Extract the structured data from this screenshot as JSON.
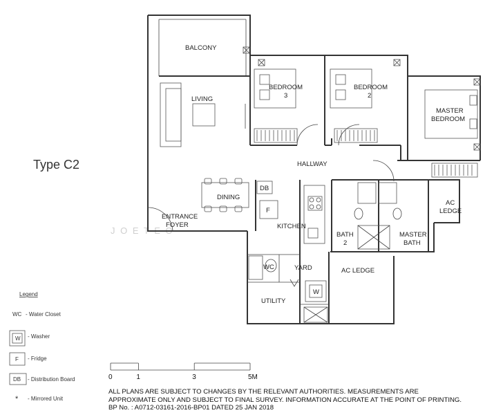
{
  "plan_title": "Type C2",
  "rooms": {
    "balcony": "BALCONY",
    "living": "LIVING",
    "bedroom3": [
      "BEDROOM",
      "3"
    ],
    "bedroom2": [
      "BEDROOM",
      "2"
    ],
    "master_bedroom": [
      "MASTER",
      "BEDROOM"
    ],
    "hallway": "HALLWAY",
    "db": "DB",
    "dining": "DINING",
    "entrance_foyer": [
      "ENTRANCE",
      "FOYER"
    ],
    "fridge": "F",
    "kitchen": "KITCHEN",
    "bath2": [
      "BATH",
      "2"
    ],
    "master_bath": [
      "MASTER",
      "BATH"
    ],
    "ac_ledge_right": [
      "AC",
      "LEDGE"
    ],
    "wc": "WC",
    "yard": "YARD",
    "ac_ledge_bottom": "AC LEDGE",
    "washer": "W",
    "utility": "UTILITY"
  },
  "watermark": "J O E    T E O",
  "legend": {
    "heading": "Legend",
    "items": [
      {
        "symbol": "WC",
        "desc": "- Water Closet",
        "icon": "text"
      },
      {
        "symbol": "W",
        "desc": "- Washer",
        "icon": "washer-box"
      },
      {
        "symbol": "F",
        "desc": "- Fridge",
        "icon": "fridge-box"
      },
      {
        "symbol": "DB",
        "desc": "- Distribution Board",
        "icon": "db-box"
      },
      {
        "symbol": "*",
        "desc": "- Mirrored Unit",
        "icon": "text"
      }
    ]
  },
  "scale_bar": {
    "labels": [
      "0",
      "1",
      "3",
      "5M"
    ],
    "meters": [
      0,
      1,
      3,
      5
    ]
  },
  "notes": [
    "ALL PLANS ARE SUBJECT TO CHANGES BY THE RELEVANT AUTHORITIES. MEASUREMENTS ARE",
    "APPROXIMATE ONLY AND SUBJECT TO FINAL SURVEY. INFORMATION ACCURATE AT THE POINT OF PRINTING.",
    "BP No. : A0712-03161-2016-BP01 DATED 25 JAN 2018"
  ]
}
